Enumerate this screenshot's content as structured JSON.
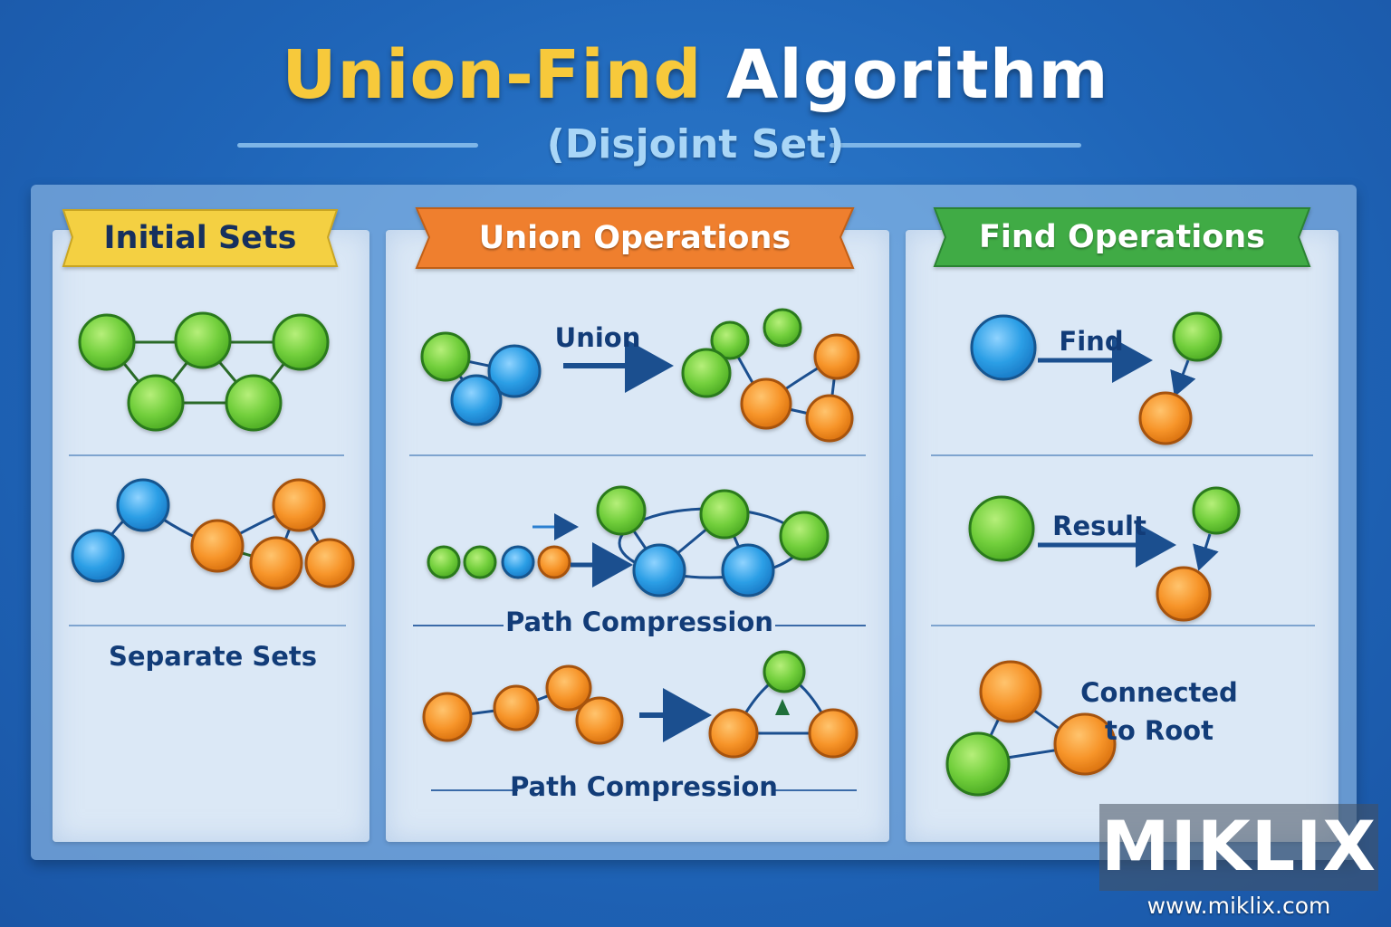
{
  "title": {
    "part1": "Union-Find",
    "part2": "Algorithm"
  },
  "subtitle": "(Disjoint Set)",
  "colors": {
    "green": "#6fcf3f",
    "blue": "#2b9be3",
    "orange": "#f5952a",
    "edge": "#1b4f8f",
    "banner_yellow": "#f4d042",
    "banner_orange": "#ef7f2e",
    "banner_green": "#3eaa44"
  },
  "panels": {
    "initial": {
      "banner": "Initial Sets",
      "caption": "Separate Sets"
    },
    "union": {
      "banner": "Union Operations",
      "arrow_label": "Union",
      "caption1": "Path Compression",
      "caption2": "Path Compression"
    },
    "find": {
      "banner": "Find Operations",
      "arrow1_label": "Find",
      "arrow2_label": "Result",
      "caption": "Connected to Root"
    }
  },
  "watermark": {
    "text": "MIKLIX",
    "url": "www.miklix.com"
  }
}
